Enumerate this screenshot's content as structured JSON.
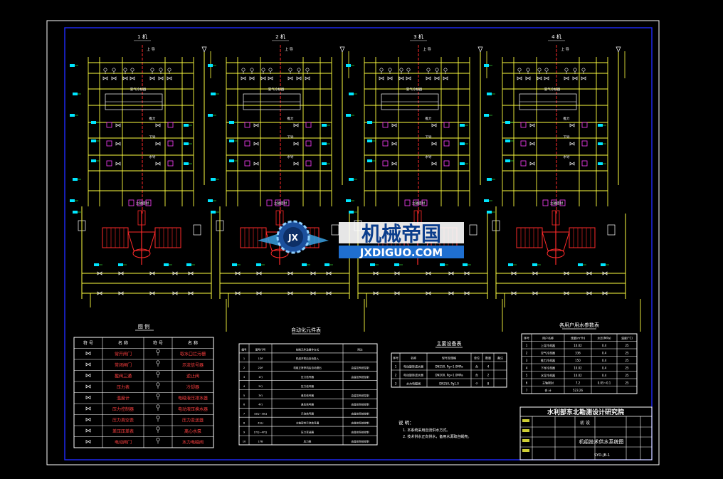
{
  "colors": {
    "background": "#000000",
    "frame": "#1f2bff",
    "border": "#ffffff",
    "pipe": "#ffff40",
    "valve": "#ffffff",
    "instrument": "#00e5ff",
    "unit": "#ff2a2a",
    "magenta": "#ff40ff",
    "green": "#3cff3c",
    "watermark_text": "#0a3d8c",
    "watermark_bar": "#1f6fd0"
  },
  "units": [
    {
      "label": "1 机"
    },
    {
      "label": "2 机"
    },
    {
      "label": "3 机"
    },
    {
      "label": "4 机"
    }
  ],
  "unit_labels": {
    "top_tag": "上 导",
    "side_tag": "空气冷却器",
    "row_1": "推力",
    "row_2": "下导",
    "row_3": "水导",
    "bottom_tag": "主轴密封"
  },
  "watermark": {
    "brand": "机械帝国",
    "domain": "JXDIGUO.COM",
    "emblem": "JX"
  },
  "legend": {
    "title": "图 例",
    "headers": [
      "符 号",
      "名 称",
      "符 号",
      "名 称"
    ],
    "rows": [
      [
        "常开闸门",
        "取水口拦污栅"
      ],
      [
        "常闭闸门",
        "示流信号器"
      ],
      [
        "截阀三通",
        "逆止阀"
      ],
      [
        "压力表",
        "冷却器"
      ],
      [
        "温度计",
        "电磁液压排水器"
      ],
      [
        "压力控制器",
        "电动液压换水器"
      ],
      [
        "压力真空表",
        "压力变送器"
      ],
      [
        "差压压差表",
        "离心水泵"
      ],
      [
        "电动闸门",
        "水力电磁阀"
      ]
    ]
  },
  "auto_table": {
    "title": "自动化元件表",
    "headers": [
      "编号",
      "图号代号",
      "控制元件及操作方式",
      "附注"
    ],
    "rows": [
      [
        "1",
        "1DF",
        "机组开机后自动投入",
        ""
      ],
      [
        "2",
        "2DF",
        "机组正常停机后自动退出",
        "由监控系统控制"
      ],
      [
        "3",
        "1YJ",
        "压力信号器",
        "由监控系统控制"
      ],
      [
        "4",
        "2YJ",
        "压力信号器",
        ""
      ],
      [
        "5",
        "3YJ",
        "差压信号器",
        "由监控系统控制"
      ],
      [
        "6",
        "4YJ",
        "差压信号器",
        "由监控系统控制"
      ],
      [
        "7",
        "1SLJ~3SLJ",
        "示流信号器",
        "由监控系统控制"
      ],
      [
        "8",
        "4SLJ",
        "主轴密封示流信号器",
        "由监控系统控制"
      ],
      [
        "9",
        "1YCJ~4YCJ",
        "压力变送器",
        "由监控系统控制"
      ],
      [
        "10",
        "1YB",
        "压力表",
        "由监控系统控制"
      ]
    ]
  },
  "equipment_table": {
    "title": "主要设备表",
    "headers": [
      "序号",
      "名称",
      "型号及规格",
      "单位",
      "数量",
      "备注"
    ],
    "rows": [
      [
        "1",
        "电动旋转滤水器",
        "DN250, Pg=1.0MPa",
        "台",
        "4",
        ""
      ],
      [
        "2",
        "电动旋转滤水器",
        "DN200, Pg=1.0MPa",
        "台",
        "2",
        ""
      ],
      [
        "3",
        "水力电磁阀",
        "DN250, Pg1.0",
        "个",
        "8",
        ""
      ]
    ]
  },
  "user_table": {
    "title": "各用户用水参数表",
    "headers": [
      "序号",
      "用户名称",
      "流量(m³/h)",
      "水压(MPa)",
      "温度(°C)"
    ],
    "rows": [
      [
        "1",
        "上导冷却器",
        "10.02",
        "0.4",
        "25"
      ],
      [
        "2",
        "空气冷却器",
        "336",
        "0.4",
        "25"
      ],
      [
        "3",
        "推力冷却器",
        "150",
        "0.4",
        "25"
      ],
      [
        "4",
        "下导冷却器",
        "10.02",
        "0.4",
        "25"
      ],
      [
        "5",
        "水导冷却器",
        "10.02",
        "0.4",
        "25"
      ],
      [
        "6",
        "主轴密封",
        "7.2",
        "0.05~0.1",
        "25"
      ],
      [
        "7",
        "合 计",
        "523.26",
        "",
        ""
      ]
    ]
  },
  "notes": {
    "heading": "说 明：",
    "items": [
      "1. 本系统采用自流供水方式。",
      "2. 技术供水正向供水，备用水源取自蜗壳。"
    ]
  },
  "title_block": {
    "org": "水利部东北勘测设计研究院",
    "drawing_name": "机组技术供水系统图",
    "stage": "初 设",
    "footer": "SYD-JB-1"
  }
}
